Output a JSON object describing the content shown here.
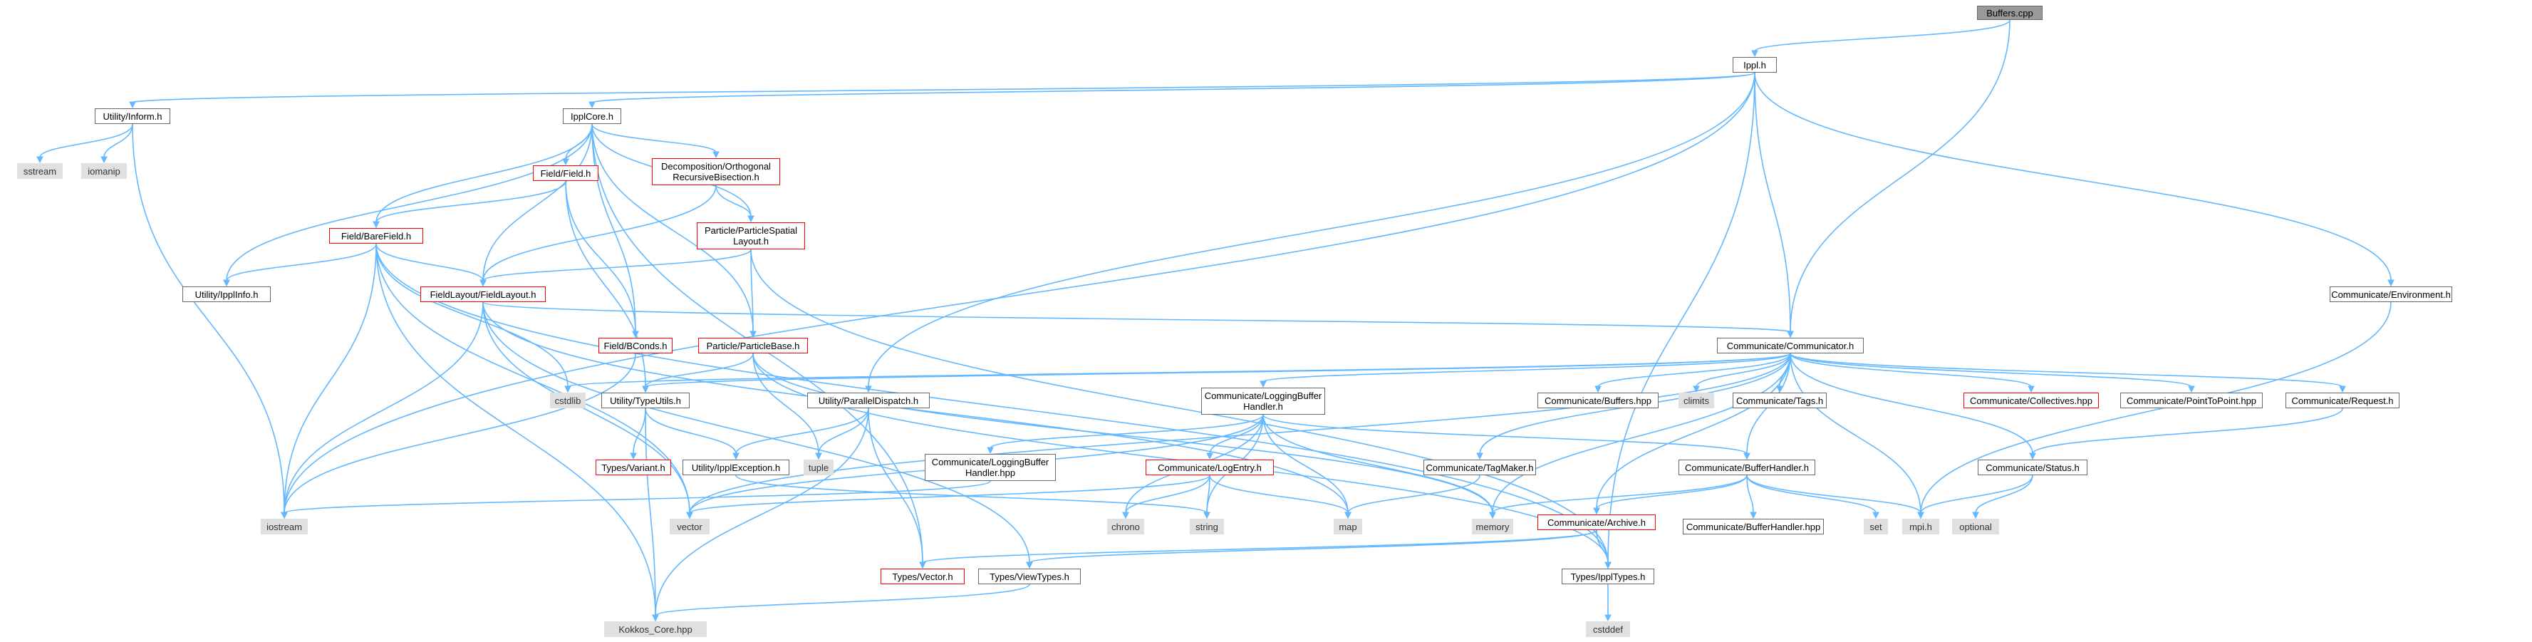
{
  "graph": {
    "nodes": [
      {
        "id": "buffers_cpp",
        "label": "Buffers.cpp",
        "kind": "root"
      },
      {
        "id": "ippl_h",
        "label": "Ippl.h",
        "kind": "internal"
      },
      {
        "id": "utility_inform",
        "label": "Utility/Inform.h",
        "kind": "internal"
      },
      {
        "id": "ipplcore",
        "label": "IpplCore.h",
        "kind": "internal"
      },
      {
        "id": "sstream",
        "label": "sstream",
        "kind": "external"
      },
      {
        "id": "iomanip",
        "label": "iomanip",
        "kind": "external"
      },
      {
        "id": "decomp",
        "label": "Decomposition/Orthogonal\nRecursiveBisection.h",
        "kind": "partial"
      },
      {
        "id": "field_field",
        "label": "Field/Field.h",
        "kind": "partial"
      },
      {
        "id": "field_bare",
        "label": "Field/BareField.h",
        "kind": "partial"
      },
      {
        "id": "particle_spatial",
        "label": "Particle/ParticleSpatial\nLayout.h",
        "kind": "partial"
      },
      {
        "id": "utility_ipplinfo",
        "label": "Utility/IpplInfo.h",
        "kind": "internal"
      },
      {
        "id": "fieldlayout",
        "label": "FieldLayout/FieldLayout.h",
        "kind": "partial"
      },
      {
        "id": "comm_env",
        "label": "Communicate/Environment.h",
        "kind": "internal"
      },
      {
        "id": "field_bconds",
        "label": "Field/BConds.h",
        "kind": "partial"
      },
      {
        "id": "particle_base",
        "label": "Particle/ParticleBase.h",
        "kind": "partial"
      },
      {
        "id": "communicator",
        "label": "Communicate/Communicator.h",
        "kind": "internal"
      },
      {
        "id": "cstdlib",
        "label": "cstdlib",
        "kind": "external"
      },
      {
        "id": "typeutils",
        "label": "Utility/TypeUtils.h",
        "kind": "internal"
      },
      {
        "id": "paralleldispatch",
        "label": "Utility/ParallelDispatch.h",
        "kind": "internal"
      },
      {
        "id": "logbufhandler_h",
        "label": "Communicate/LoggingBuffer\nHandler.h",
        "kind": "internal"
      },
      {
        "id": "comm_buffers_hpp",
        "label": "Communicate/Buffers.hpp",
        "kind": "internal"
      },
      {
        "id": "climits",
        "label": "climits",
        "kind": "external"
      },
      {
        "id": "comm_tags",
        "label": "Communicate/Tags.h",
        "kind": "internal"
      },
      {
        "id": "comm_collectives",
        "label": "Communicate/Collectives.hpp",
        "kind": "partial"
      },
      {
        "id": "comm_p2p",
        "label": "Communicate/PointToPoint.hpp",
        "kind": "internal"
      },
      {
        "id": "comm_request",
        "label": "Communicate/Request.h",
        "kind": "internal"
      },
      {
        "id": "types_variant",
        "label": "Types/Variant.h",
        "kind": "partial"
      },
      {
        "id": "ipplexception",
        "label": "Utility/IpplException.h",
        "kind": "internal"
      },
      {
        "id": "tuple",
        "label": "tuple",
        "kind": "external"
      },
      {
        "id": "logbufhandler_hpp",
        "label": "Communicate/LoggingBuffer\nHandler.hpp",
        "kind": "internal"
      },
      {
        "id": "logentry",
        "label": "Communicate/LogEntry.h",
        "kind": "partial"
      },
      {
        "id": "tagmaker",
        "label": "Communicate/TagMaker.h",
        "kind": "internal"
      },
      {
        "id": "bufferhandler",
        "label": "Communicate/BufferHandler.h",
        "kind": "internal"
      },
      {
        "id": "comm_status",
        "label": "Communicate/Status.h",
        "kind": "internal"
      },
      {
        "id": "iostream",
        "label": "iostream",
        "kind": "external"
      },
      {
        "id": "vector",
        "label": "vector",
        "kind": "external"
      },
      {
        "id": "chrono",
        "label": "chrono",
        "kind": "external"
      },
      {
        "id": "string",
        "label": "string",
        "kind": "external"
      },
      {
        "id": "map",
        "label": "map",
        "kind": "external"
      },
      {
        "id": "memory",
        "label": "memory",
        "kind": "external"
      },
      {
        "id": "set",
        "label": "set",
        "kind": "external"
      },
      {
        "id": "mpi",
        "label": "mpi.h",
        "kind": "external"
      },
      {
        "id": "optional",
        "label": "optional",
        "kind": "external"
      },
      {
        "id": "comm_archive",
        "label": "Communicate/Archive.h",
        "kind": "partial"
      },
      {
        "id": "bufferhandler_hpp",
        "label": "Communicate/BufferHandler.hpp",
        "kind": "internal"
      },
      {
        "id": "types_vector",
        "label": "Types/Vector.h",
        "kind": "partial"
      },
      {
        "id": "types_viewtypes",
        "label": "Types/ViewTypes.h",
        "kind": "internal"
      },
      {
        "id": "types_ippltypes",
        "label": "Types/IpplTypes.h",
        "kind": "internal"
      },
      {
        "id": "kokkos_core",
        "label": "Kokkos_Core.hpp",
        "kind": "external"
      },
      {
        "id": "cstddef",
        "label": "cstddef",
        "kind": "external"
      }
    ],
    "edges": [
      [
        "buffers_cpp",
        "ippl_h"
      ],
      [
        "buffers_cpp",
        "communicator"
      ],
      [
        "ippl_h",
        "utility_inform"
      ],
      [
        "ippl_h",
        "ipplcore"
      ],
      [
        "ippl_h",
        "iostream"
      ],
      [
        "ippl_h",
        "comm_env"
      ],
      [
        "ippl_h",
        "communicator"
      ],
      [
        "ippl_h",
        "paralleldispatch"
      ],
      [
        "ippl_h",
        "types_ippltypes"
      ],
      [
        "utility_inform",
        "sstream"
      ],
      [
        "utility_inform",
        "iomanip"
      ],
      [
        "utility_inform",
        "iostream"
      ],
      [
        "ipplcore",
        "decomp"
      ],
      [
        "ipplcore",
        "field_field"
      ],
      [
        "ipplcore",
        "field_bare"
      ],
      [
        "ipplcore",
        "particle_spatial"
      ],
      [
        "ipplcore",
        "utility_ipplinfo"
      ],
      [
        "ipplcore",
        "fieldlayout"
      ],
      [
        "ipplcore",
        "field_bconds"
      ],
      [
        "ipplcore",
        "particle_base"
      ],
      [
        "ipplcore",
        "types_vector"
      ],
      [
        "decomp",
        "particle_spatial"
      ],
      [
        "decomp",
        "fieldlayout"
      ],
      [
        "field_field",
        "field_bare"
      ],
      [
        "field_field",
        "field_bconds"
      ],
      [
        "field_field",
        "typeutils"
      ],
      [
        "field_bare",
        "utility_ipplinfo"
      ],
      [
        "field_bare",
        "fieldlayout"
      ],
      [
        "field_bare",
        "cstdlib"
      ],
      [
        "field_bare",
        "iostream"
      ],
      [
        "field_bare",
        "vector"
      ],
      [
        "field_bare",
        "types_ippltypes"
      ],
      [
        "field_bare",
        "kokkos_core"
      ],
      [
        "particle_spatial",
        "fieldlayout"
      ],
      [
        "particle_spatial",
        "particle_base"
      ],
      [
        "particle_spatial",
        "types_ippltypes"
      ],
      [
        "fieldlayout",
        "communicator"
      ],
      [
        "fieldlayout",
        "iostream"
      ],
      [
        "fieldlayout",
        "vector"
      ],
      [
        "fieldlayout",
        "map"
      ],
      [
        "fieldlayout",
        "types_viewtypes"
      ],
      [
        "comm_env",
        "mpi"
      ],
      [
        "field_bconds",
        "iostream"
      ],
      [
        "particle_base",
        "typeutils"
      ],
      [
        "particle_base",
        "tuple"
      ],
      [
        "particle_base",
        "memory"
      ],
      [
        "particle_base",
        "types_ippltypes"
      ],
      [
        "communicator",
        "cstdlib"
      ],
      [
        "communicator",
        "typeutils"
      ],
      [
        "communicator",
        "logbufhandler_h"
      ],
      [
        "communicator",
        "comm_buffers_hpp"
      ],
      [
        "communicator",
        "climits"
      ],
      [
        "communicator",
        "comm_tags"
      ],
      [
        "communicator",
        "comm_collectives"
      ],
      [
        "communicator",
        "comm_p2p"
      ],
      [
        "communicator",
        "comm_request"
      ],
      [
        "communicator",
        "tagmaker"
      ],
      [
        "communicator",
        "bufferhandler"
      ],
      [
        "communicator",
        "comm_status"
      ],
      [
        "communicator",
        "mpi"
      ],
      [
        "communicator",
        "comm_archive"
      ],
      [
        "communicator",
        "vector"
      ],
      [
        "communicator",
        "memory"
      ],
      [
        "typeutils",
        "types_variant"
      ],
      [
        "typeutils",
        "ipplexception"
      ],
      [
        "typeutils",
        "kokkos_core"
      ],
      [
        "paralleldispatch",
        "ipplexception"
      ],
      [
        "paralleldispatch",
        "tuple"
      ],
      [
        "paralleldispatch",
        "types_vector"
      ],
      [
        "paralleldispatch",
        "kokkos_core"
      ],
      [
        "logbufhandler_h",
        "logbufhandler_hpp"
      ],
      [
        "logbufhandler_h",
        "logentry"
      ],
      [
        "logbufhandler_h",
        "bufferhandler"
      ],
      [
        "logbufhandler_h",
        "vector"
      ],
      [
        "logbufhandler_h",
        "chrono"
      ],
      [
        "logbufhandler_h",
        "string"
      ],
      [
        "logbufhandler_h",
        "map"
      ],
      [
        "logbufhandler_h",
        "memory"
      ],
      [
        "comm_request",
        "comm_status"
      ],
      [
        "ipplexception",
        "string"
      ],
      [
        "logbufhandler_hpp",
        "iostream"
      ],
      [
        "logentry",
        "vector"
      ],
      [
        "logentry",
        "chrono"
      ],
      [
        "logentry",
        "string"
      ],
      [
        "logentry",
        "map"
      ],
      [
        "tagmaker",
        "map"
      ],
      [
        "bufferhandler",
        "memory"
      ],
      [
        "bufferhandler",
        "set"
      ],
      [
        "bufferhandler",
        "comm_archive"
      ],
      [
        "bufferhandler",
        "bufferhandler_hpp"
      ],
      [
        "bufferhandler",
        "mpi"
      ],
      [
        "comm_status",
        "mpi"
      ],
      [
        "comm_status",
        "optional"
      ],
      [
        "comm_archive",
        "types_vector"
      ],
      [
        "comm_archive",
        "types_viewtypes"
      ],
      [
        "comm_archive",
        "types_ippltypes"
      ],
      [
        "types_viewtypes",
        "kokkos_core"
      ],
      [
        "types_ippltypes",
        "cstddef"
      ]
    ]
  }
}
